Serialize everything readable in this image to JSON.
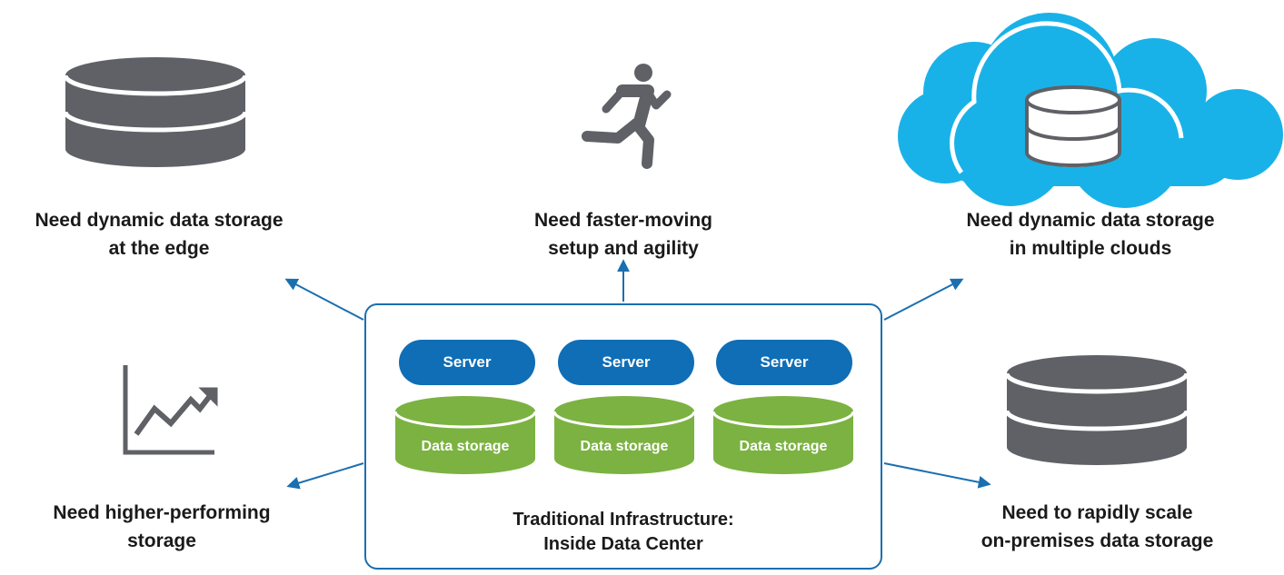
{
  "labels": {
    "edge": [
      "Need dynamic data storage",
      "at the edge"
    ],
    "agility": [
      "Need faster-moving",
      "setup and agility"
    ],
    "clouds": [
      "Need dynamic data storage",
      "in multiple clouds"
    ],
    "performance": [
      "Need higher-performing",
      "storage"
    ],
    "scale": [
      "Need to rapidly scale",
      "on-premises data storage"
    ]
  },
  "infrastructure": {
    "title": [
      "Traditional Infrastructure:",
      "Inside Data Center"
    ],
    "servers": [
      "Server",
      "Server",
      "Server"
    ],
    "storage": [
      "Data storage",
      "Data storage",
      "Data storage"
    ]
  },
  "icons": {
    "edge": "database-icon",
    "agility": "running-person-icon",
    "clouds": "cloud-database-icon",
    "performance": "rising-chart-icon",
    "scale": "database-icon"
  },
  "colors": {
    "blue": "#0f6eb6",
    "green": "#7bb241",
    "gray": "#5f6166",
    "cloud": "#19b2e8",
    "border": "#1a6fb0"
  }
}
